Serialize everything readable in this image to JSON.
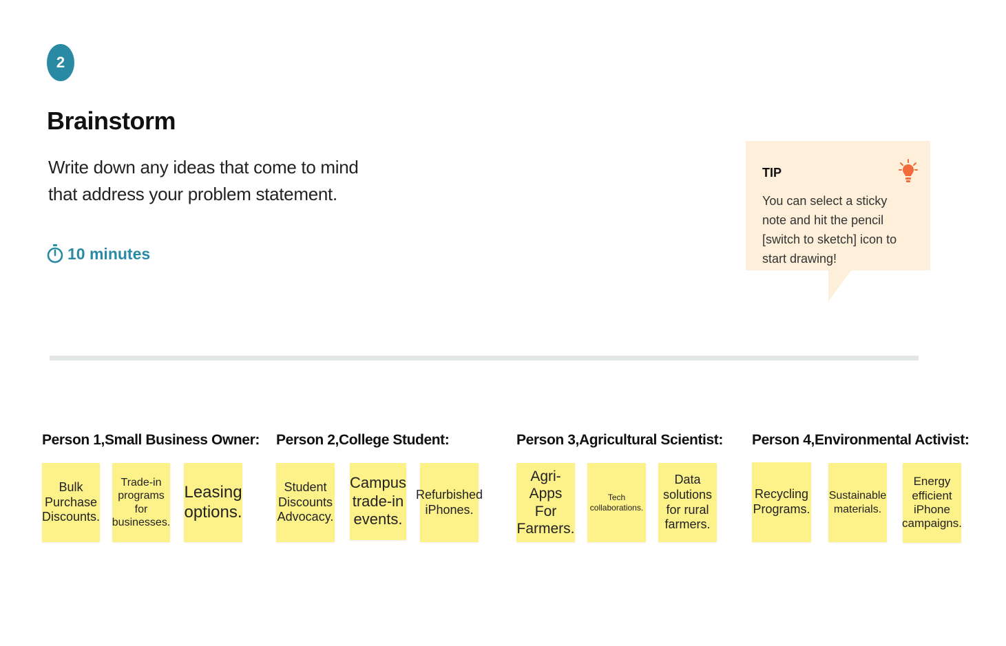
{
  "step": {
    "number": "2"
  },
  "header": {
    "title": "Brainstorm",
    "description": "Write down any ideas that come to mind that address your problem statement.",
    "timer_label": "10 minutes"
  },
  "tip": {
    "title": "TIP",
    "text": "You can select a sticky note and hit the pencil [switch to sketch] icon to start drawing!"
  },
  "groups": [
    {
      "title": "Person 1,Small Business Owner:",
      "notes": [
        "Bulk Purchase Discounts.",
        "Trade-in programs for businesses.",
        "Leasing options."
      ]
    },
    {
      "title": "Person 2,College Student:",
      "notes": [
        "Student Discounts Advocacy.",
        "Campus trade-in events.",
        "Refurbished iPhones."
      ]
    },
    {
      "title": "Person 3,Agricultural Scientist:",
      "notes": [
        "Agri-Apps For Farmers.",
        "Tech collaborations.",
        "Data solutions for rural farmers."
      ]
    },
    {
      "title": "Person 4,Environmental Activist:",
      "notes": [
        "Recycling Programs.",
        "Sustainable materials.",
        "Energy efficient iPhone campaigns."
      ]
    }
  ],
  "colors": {
    "accent": "#2a8aa3",
    "sticky_note": "#fdf18a",
    "tip_background": "#fdefd9",
    "bulb": "#f26b3a"
  },
  "icons": {
    "timer": "stopwatch-icon",
    "tip": "lightbulb-icon"
  }
}
